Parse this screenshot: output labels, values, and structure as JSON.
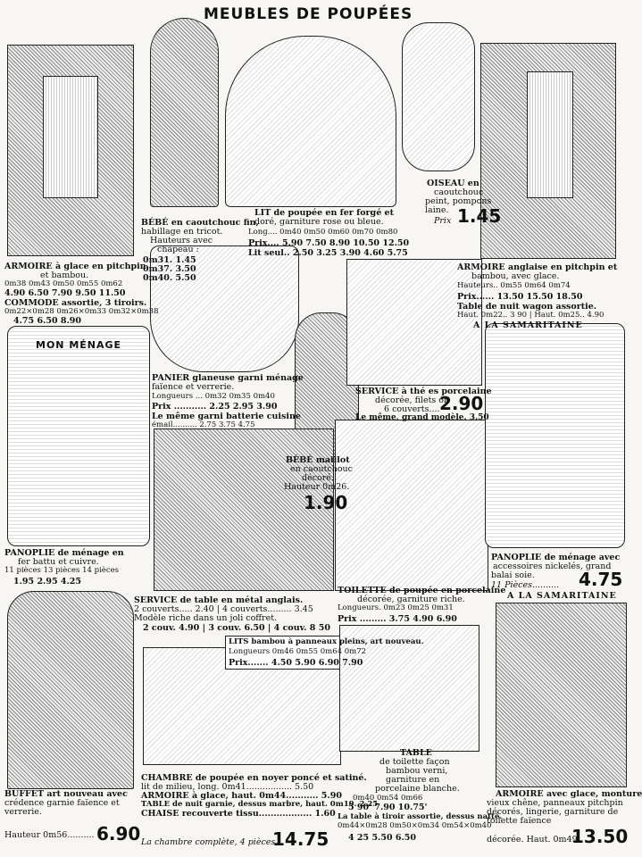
{
  "title": "MEUBLES DE POUPÉES",
  "armoire_glace": {
    "l1": "ARMOIRE à glace en pitchpin",
    "l2": "et bambou.",
    "sizes": "0m38   0m43   0m50   0m55   0m62",
    "prices": "4.90  6.50  7.90  9.50  11.50",
    "commode": "COMMODE assortie, 3 tiroirs.",
    "csizes": "0m22×0m28  0m26×0m33  0m32×0m38",
    "cprices": "4.75          6.50          8.90"
  },
  "bebe": {
    "l1": "BÉBÉ en caoutchouc fin,",
    "l2": "habillage en tricot.",
    "l3": "Hauteurs avec",
    "l4": "chapeau :",
    "p1": "0m31. 1.45",
    "p2": "0m37. 3.50",
    "p3": "0m40. 5.50"
  },
  "lit": {
    "l1": "LIT de poupée en fer forgé et",
    "l2": "doré, garniture rose ou bleue.",
    "long": "Long....   0m40    0m50    0m60    0m70    0m80",
    "prix": "Prix....    5.90    7.50    8.90   10.50   12.50",
    "seul": "Lit seul..   2.50    3.25    3.90    4.60    5.75"
  },
  "oiseau": {
    "l1": "OISEAU en",
    "l2": "caoutchouc",
    "l3": "peint, pompons",
    "l4": "laine.",
    "prix_label": "Prix",
    "price": "1.45"
  },
  "armoire_anglaise": {
    "l1": "ARMOIRE anglaise en pitchpin et",
    "l2": "bambou, avec glace.",
    "h": "Hauteurs..   0m55      0m64      0m74",
    "p": "Prix......   13.50     15.50     18.50",
    "t1": "Table de nuit wagon assortie.",
    "t2": "Haut. 0m22.. 3 90 | Haut. 0m25..  4.90",
    "sam": "A LA SAMARITAINE"
  },
  "mon_menage": "MON MÉNAGE",
  "panier": {
    "l1": "PANIER glaneuse garni ménage",
    "l2": "faïence et verrerie.",
    "long": "Longueurs ...   0m32   0m35   0m40",
    "prix": "Prix ...........   2.25   2.95   3.90",
    "meme1": "Le même garni batterie cuisine",
    "meme2": "émail..........   2.75   3.75   4.75"
  },
  "service_the": {
    "l1": "SERVICE à thé es porcelaine",
    "l2": "décorée, filets or,",
    "l3": "6 couverts....",
    "price": "2.90",
    "l4": "Le même, grand modèle.  3.50"
  },
  "panoplie_fer": {
    "l1": "PANOPLIE de ménage en",
    "l2": "fer battu et cuivre.",
    "pieces": "11 pièces    13 pièces    14 pièces",
    "prices": "1.95         2.95          4.25"
  },
  "bebe_maillot": {
    "l1": "BÉBÉ maillot",
    "l2": "en caoutchouc",
    "l3": "décoré.",
    "l4": "Hauteur 0m26.",
    "price": "1.90"
  },
  "panoplie_nickel": {
    "l1": "PANOPLIE de ménage avec",
    "l2": "accessoires nickelés, grand",
    "l3": "balai soie.",
    "pieces": "11 Pièces..........",
    "price": "4.75",
    "sam": "A LA SAMARITAINE"
  },
  "service_table": {
    "l1": "SERVICE de table en métal anglais.",
    "l2": "2 couverts..... 2.40 | 4 couverts.........  3.45",
    "l3": "Modèle riche dans un joli coffret.",
    "l4": "2 couv.  4.90 | 3 couv.  6.50 | 4 couv.  8 50"
  },
  "toilette": {
    "l1": "TOILETTE de poupée en porcelaine",
    "l2": "décorée, garniture riche.",
    "long": "Longueurs.     0m23     0m25     0m31",
    "prix": "Prix .........   3.75     4.90     6.90"
  },
  "lits_bambou": {
    "l1": "LITS bambou à panneaux pleins, art nouveau.",
    "long": "Longueurs    0m46    0m55    0m64    0m72",
    "prix": "Prix.......   4.50    5.90    6.90    7.90"
  },
  "table_toilette": {
    "l1": "TABLE",
    "l2": "de toilette façon",
    "l3": "bambou verni,",
    "l4": "garniture en",
    "l5": "porcelaine blanche.",
    "sizes": "0m40        0m54        0m66",
    "prices": "5 90'       7.90        10.75'",
    "tiroir1": "La table à tiroir assortie, dessus natté.",
    "tiroir2": "0m44×0m28   0m50×0m34   0m54×0m40",
    "tiroir3": "4 25          5.50         6.50"
  },
  "buffet": {
    "l1": "BUFFET art nouveau avec",
    "l2": "crédence garnie faïence et",
    "l3": "verrerie.",
    "l4": "Hauteur 0m56..........",
    "price": "6.90"
  },
  "chambre": {
    "l1": "CHAMBRE de poupée en noyer poncé et satiné.",
    "l2": "lit de milieu, long. 0m41.................  5.50",
    "l3": "ARMOIRE à glace, haut. 0m44...........  5.90",
    "l4": "TABLE de nuit garnie, dessus marbre, haut. 0m19.  2.25",
    "l5": "CHAISE recouverte tissu..................  1.60",
    "l6": "La chambre complète, 4 pièces...",
    "price": "14.75"
  },
  "armoire_monture": {
    "l1": "ARMOIRE avec glace, monture",
    "l2": "vieux chêne, panneaux pitchpin",
    "l3": "décorés, lingerie, garniture de",
    "l4": "toilette faïence",
    "l5": "décorée. Haut. 0m49.",
    "price": "13.50"
  }
}
